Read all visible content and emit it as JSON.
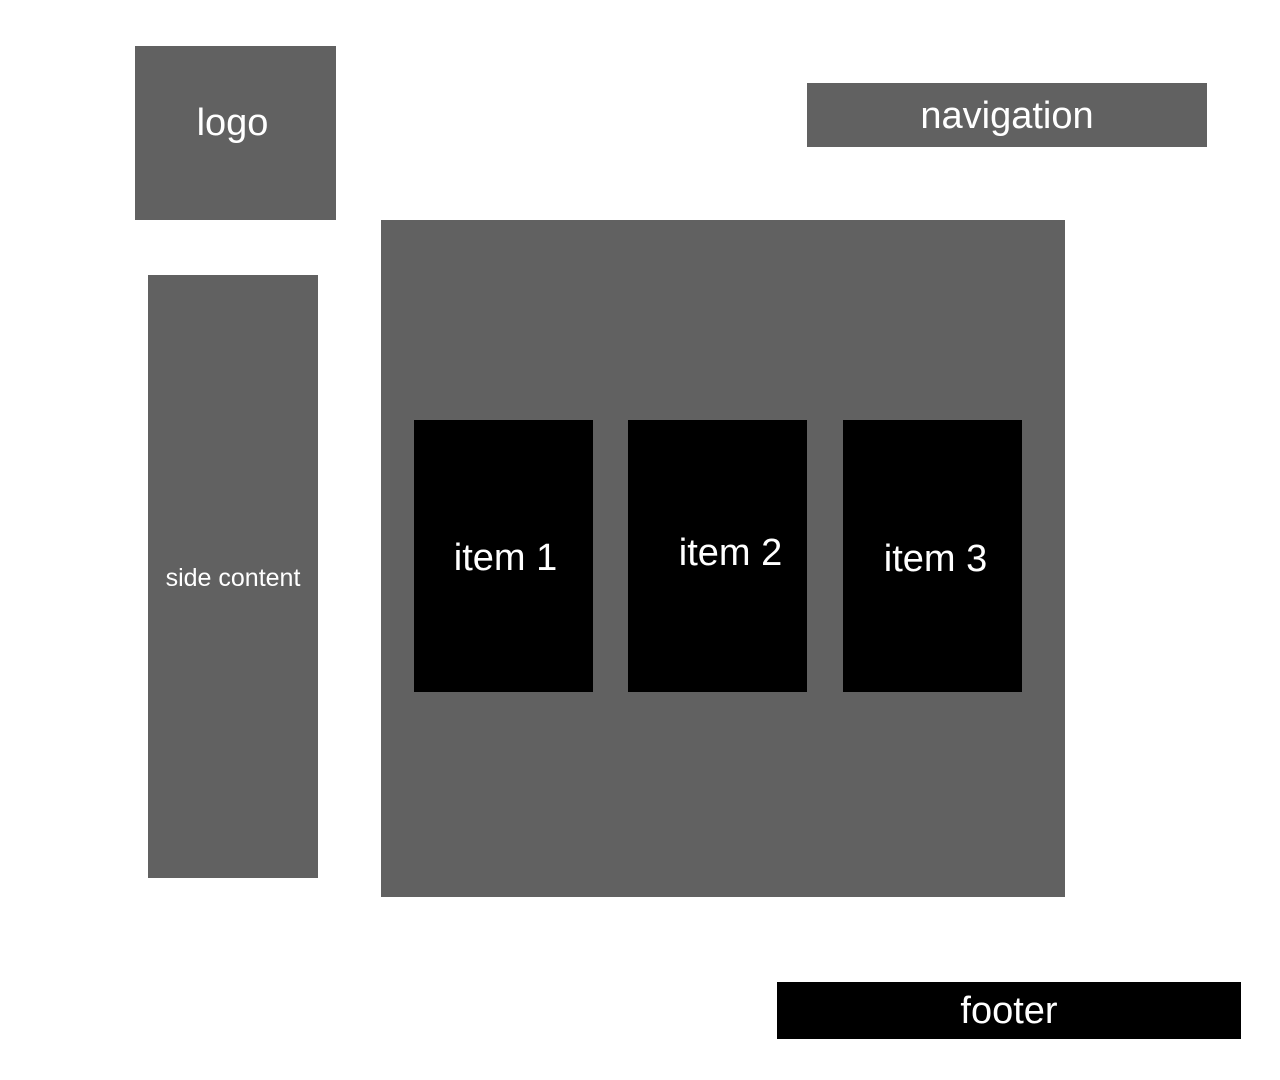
{
  "logo": {
    "label": "logo"
  },
  "navigation": {
    "label": "navigation"
  },
  "sidebar": {
    "label": "side content"
  },
  "main": {
    "items": [
      {
        "label": "item 1"
      },
      {
        "label": "item 2"
      },
      {
        "label": "item 3"
      }
    ]
  },
  "footer": {
    "label": "footer"
  },
  "colors": {
    "block": "#616161",
    "item": "#000000",
    "text": "#ffffff",
    "background": "#ffffff"
  }
}
